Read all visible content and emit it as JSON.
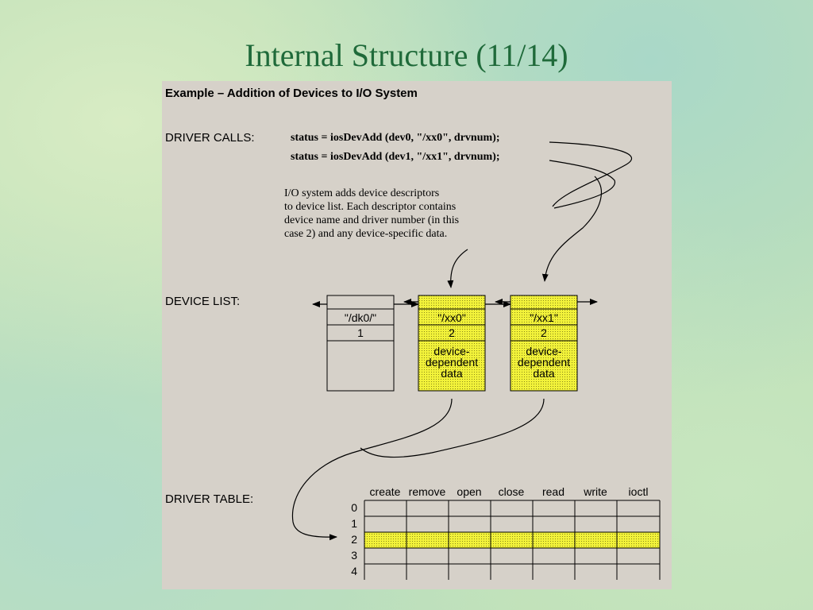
{
  "slide": {
    "title": "Internal Structure (11/14)"
  },
  "diagram": {
    "heading": "Example – Addition of Devices to I/O System",
    "driver_calls": {
      "label": "DRIVER CALLS:",
      "calls": [
        "status = iosDevAdd (dev0, \"/xx0\", drvnum);",
        "status = iosDevAdd (dev1, \"/xx1\", drvnum);"
      ]
    },
    "note_lines": [
      "I/O system adds device descriptors",
      "to device list. Each descriptor contains",
      "device name and driver number (in this",
      "case 2) and any device-specific data."
    ],
    "device_list": {
      "label": "DEVICE LIST:",
      "devices": [
        {
          "name": "\"/dk0/\"",
          "driver": "1",
          "data": []
        },
        {
          "name": "\"/xx0\"",
          "driver": "2",
          "data": [
            "device-",
            "dependent",
            "data"
          ]
        },
        {
          "name": "\"/xx1\"",
          "driver": "2",
          "data": [
            "device-",
            "dependent",
            "data"
          ]
        }
      ]
    },
    "driver_table": {
      "label": "DRIVER TABLE:",
      "columns": [
        "create",
        "remove",
        "open",
        "close",
        "read",
        "write",
        "ioctl"
      ],
      "rows": [
        "0",
        "1",
        "2",
        "3",
        "4"
      ],
      "highlighted_row": "2"
    },
    "colors": {
      "panel": "#d6d1c9",
      "highlight": "#f2f23a",
      "line": "#000000",
      "title": "#1f6a3a"
    }
  }
}
